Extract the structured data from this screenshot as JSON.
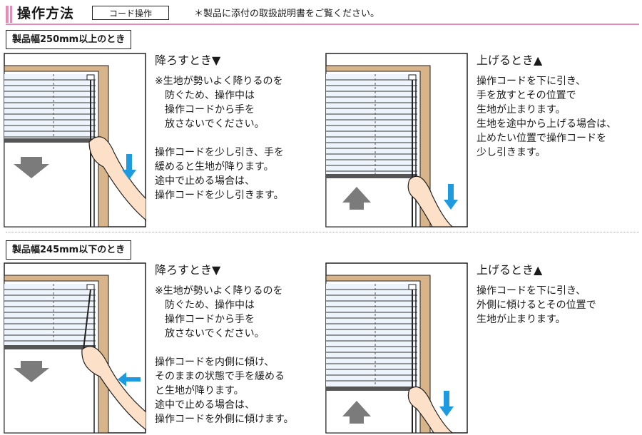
{
  "header": {
    "title": "操作方法",
    "tag": "コード操作",
    "note": "＊製品に添付の取扱説明書をご覧ください。"
  },
  "sections": [
    {
      "label": "製品幅250mm以上のとき",
      "lower": {
        "heading": "降ろすとき▼",
        "note": "※生地が勢いよく降りるのを\n　防ぐため、操作中は\n　操作コードから手を\n　放さないでください。",
        "instructions": "操作コードを少し引き、手を\n緩めると生地が降ります。\n途中で止める場合は、\n操作コードを少し引きます。"
      },
      "raise": {
        "heading": "上げるとき▲",
        "instructions": "操作コードを下に引き、\n手を放すとその位置で\n生地が止まります。\n生地を途中から上げる場合は、\n止めたい位置で操作コードを\n少し引きます。"
      }
    },
    {
      "label": "製品幅245mm以下のとき",
      "lower": {
        "heading": "降ろすとき▼",
        "note": "※生地が勢いよく降りるのを\n　防ぐため、操作中は\n　操作コードから手を\n　放さないでください。",
        "instructions": "操作コードを内側に傾け、\nそのままの状態で手を緩める\nと生地が降ります。\n途中で止める場合は、\n操作コードを外側に傾けます。"
      },
      "raise": {
        "heading": "上げるとき▲",
        "instructions": "操作コードを下に引き、\n外側に傾けるとその位置で\n生地が止まります。"
      }
    }
  ],
  "colors": {
    "accent_pink": "#e58bb5",
    "arrow_blue": "#1e9be0",
    "arrow_gray": "#7b7b7b",
    "frame_tan": "#d8b48a",
    "skin": "#fde0c8"
  }
}
